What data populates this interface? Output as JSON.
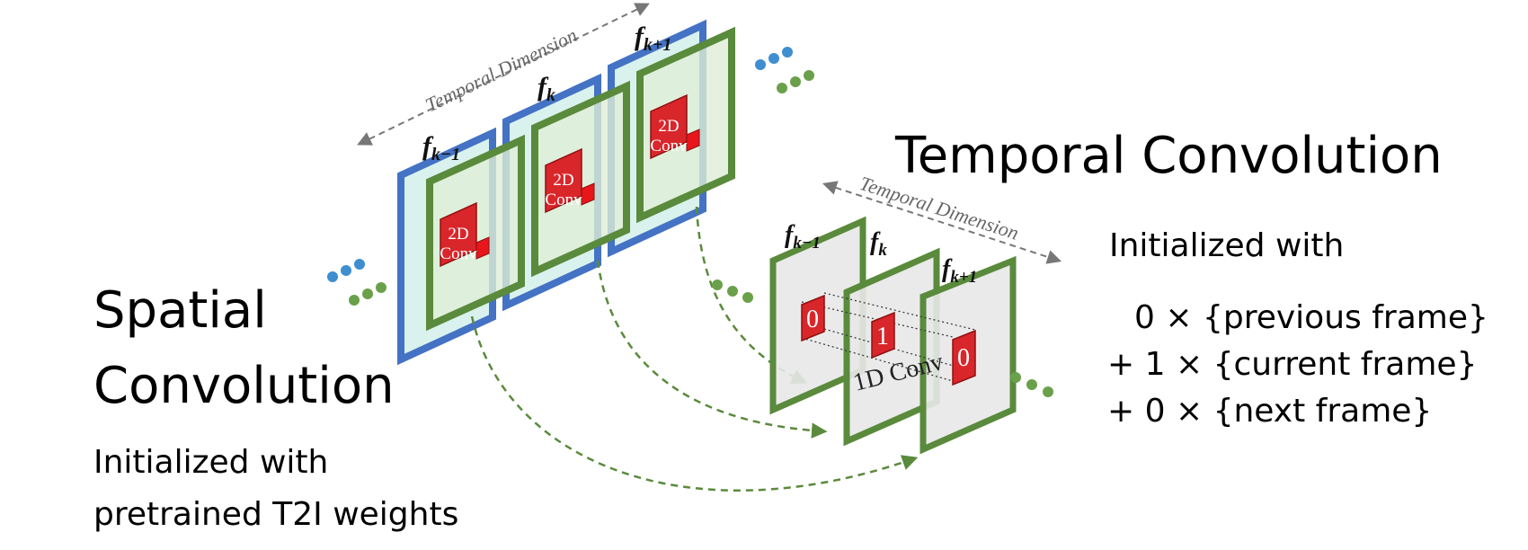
{
  "spatial": {
    "title_line1": "Spatial",
    "title_line2": "Convolution",
    "init_line1": "Initialized with",
    "init_line2": "pretrained T2I weights",
    "frame_labels": [
      "f",
      "f",
      "f"
    ],
    "frame_subs": [
      "k−1",
      "k",
      "k+1"
    ],
    "conv_label_line1": "2D",
    "conv_label_line2": "Conv",
    "axis_label": "Temporal Dimension"
  },
  "temporal": {
    "title": "Temporal Convolution",
    "init_heading": "Initialized with",
    "init_lines": [
      "0 × {previous frame}",
      "+ 1 × {current frame}",
      "+ 0 × {next frame}"
    ],
    "frame_labels": [
      "f",
      "f",
      "f"
    ],
    "frame_subs": [
      "k−1",
      "k",
      "k+1"
    ],
    "kernel_weights": [
      "0",
      "1",
      "0"
    ],
    "conv_label": "1D Conv",
    "axis_label": "Temporal Dimension"
  },
  "colors": {
    "blue_frame": "#4472c4",
    "green_frame": "#5a8a3c",
    "cyan_fill": "#c9ece6",
    "gray_fill": "#e8e8e8",
    "red_conv": "#d9262b",
    "dot_blue": "#3e8ed0",
    "dot_green": "#6aa04a"
  }
}
